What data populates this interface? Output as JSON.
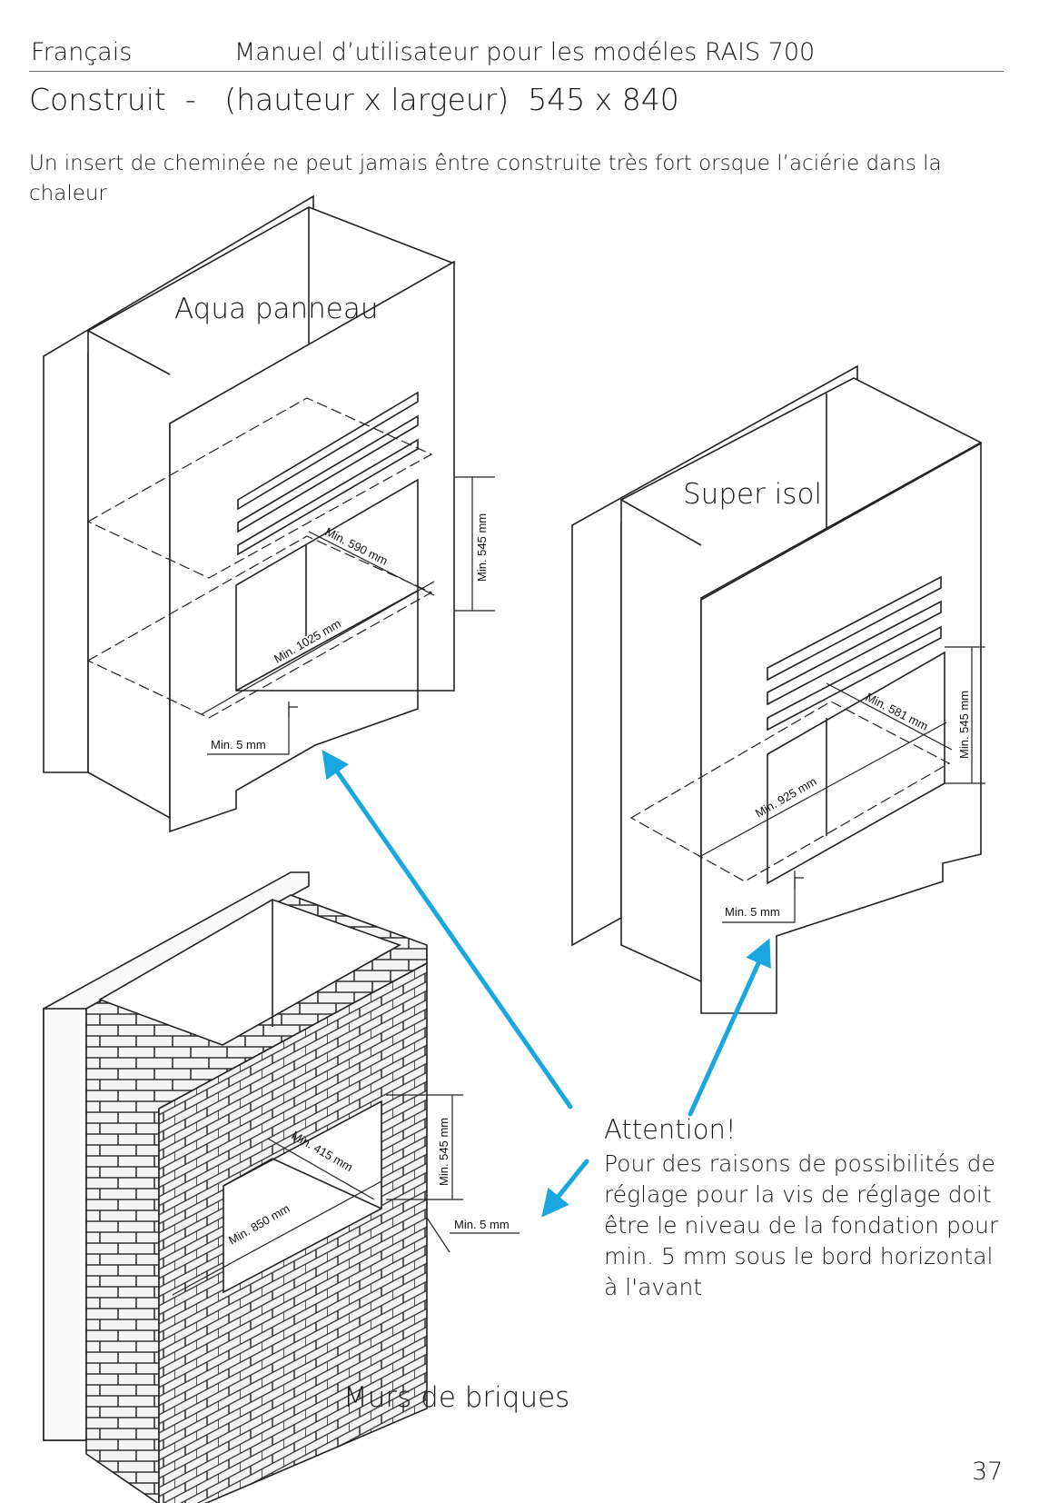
{
  "header": {
    "language": "Français",
    "manual_title": "Manuel d’utilisateur pour les modéles RAIS 700"
  },
  "section": {
    "title": "Construit  -   (hauteur x largeur)  545 x 840"
  },
  "intro": "Un insert de cheminée ne peut jamais êntre construite très fort orsque l’aciérie dans la chaleur",
  "figures": {
    "aqua": {
      "label": "Aqua panneau",
      "dim_depth": "Min. 590 mm",
      "dim_width": "Min. 1025 mm",
      "dim_height": "Min. 545 mm",
      "dim_gap": "Min. 5 mm"
    },
    "super": {
      "label": "Super isol",
      "dim_depth": "Min. 581 mm",
      "dim_width": "Min. 925 mm",
      "dim_height": "Min. 545 mm",
      "dim_gap": "Min. 5 mm"
    },
    "bricks": {
      "label": "Murs de briques",
      "label_mark": ".",
      "dim_depth": "Min. 415 mm",
      "dim_width": "Min. 850 mm",
      "dim_height": "Min. 545 mm",
      "dim_gap": "Min. 5 mm"
    }
  },
  "note": {
    "heading": "Attention!",
    "body": "Pour des raisons de possibilités de réglage pour la vis de réglage doit être le niveau de la fondation pour min. 5 mm sous le bord horizontal à l'avant"
  },
  "page_number": "37",
  "colors": {
    "arrow": "#1aa7e0",
    "line": "#222222"
  }
}
